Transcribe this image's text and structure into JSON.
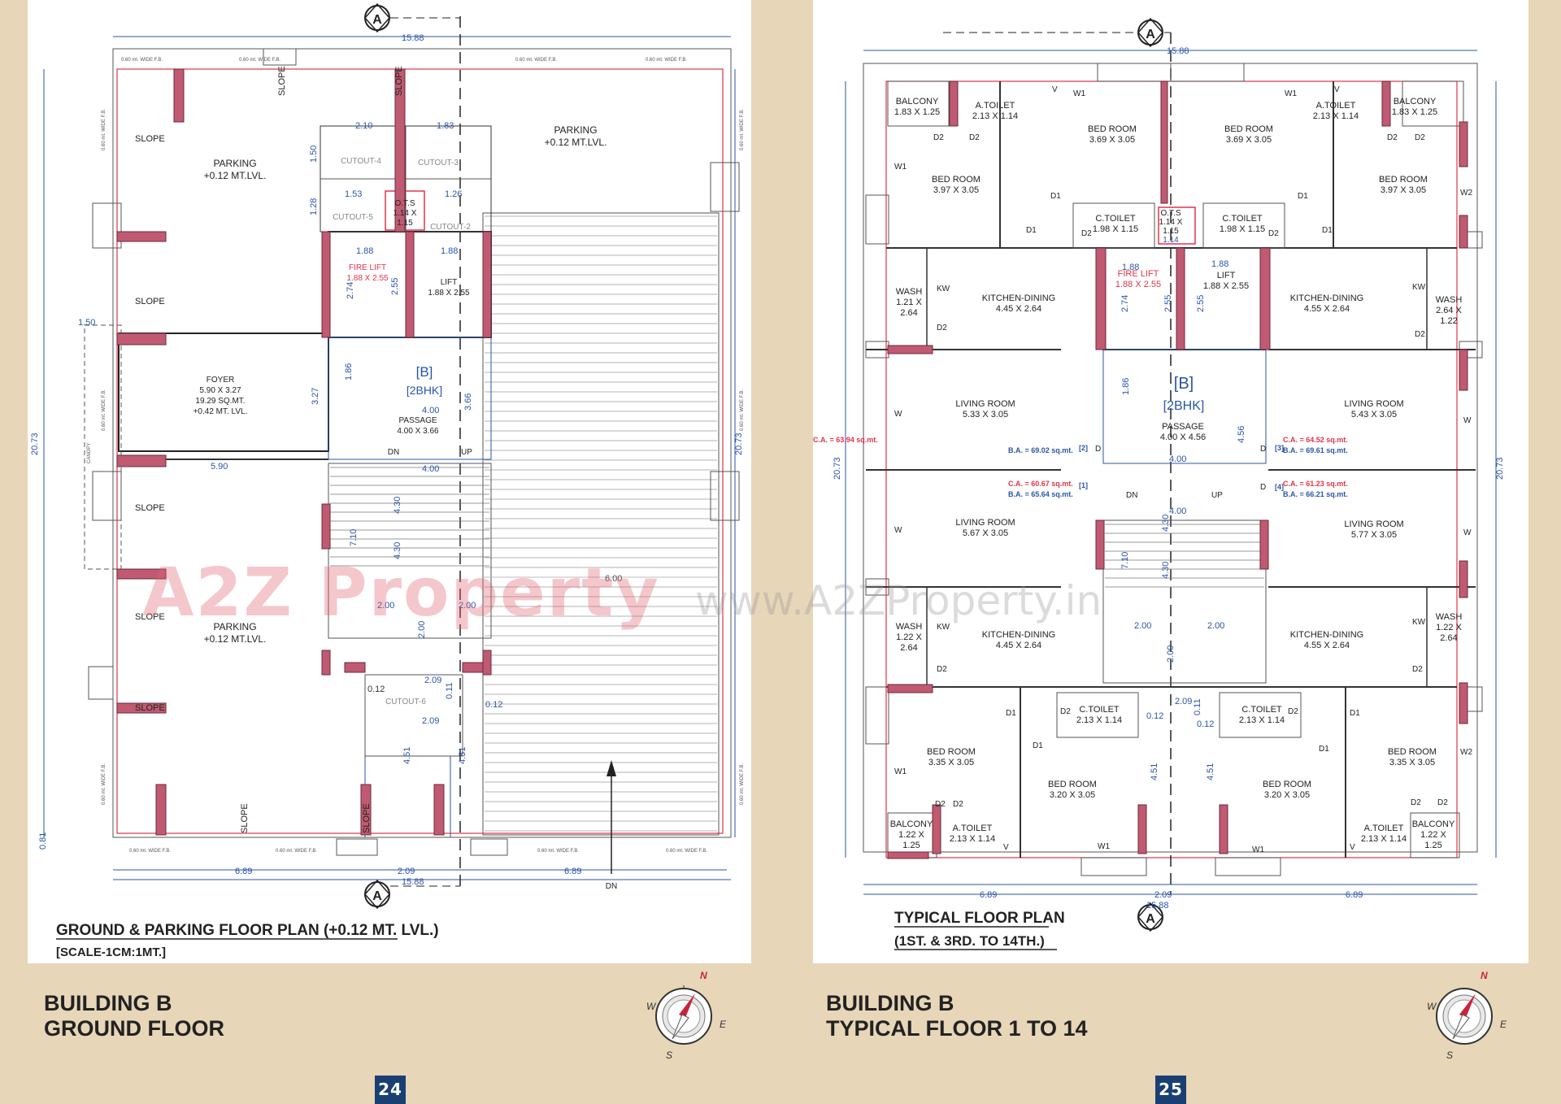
{
  "left_sheet": {
    "compass_letter": "A",
    "dims": {
      "top": "15.88",
      "bottom_total": "15.88",
      "left": "20.73",
      "right": "20.73",
      "bottom_left": "6.89",
      "bottom_right": "6.89",
      "bottom_mid": "2.09",
      "left_offset": "1.50",
      "left_corner": "0.81"
    },
    "fb": "0.60 mt. WIDE F.B.",
    "slope": "SLOPE",
    "parking_tl": [
      "PARKING",
      "+0.12 MT.LVL."
    ],
    "parking_tr": [
      "PARKING",
      "+0.12 MT.LVL."
    ],
    "parking_bl": [
      "PARKING",
      "+0.12 MT.LVL."
    ],
    "foyer": [
      "FOYER",
      "5.90 X 3.27",
      "19.29 SQ.MT.",
      "+0.42 MT. LVL."
    ],
    "canopy": "CANOPY",
    "cutouts": [
      "CUTOUT-4",
      "CUTOUT-3",
      "CUTOUT-5",
      "CUTOUT-2",
      "CUTOUT-6"
    ],
    "ots": [
      "O.T.S",
      "1.14 X",
      "1.15"
    ],
    "fire_lift": [
      "FIRE LIFT",
      "1.88 X 2.55"
    ],
    "lift": [
      "LIFT",
      "1.88 X 2.55"
    ],
    "block": [
      "[B]",
      "[2BHK]"
    ],
    "passage": [
      "PASSAGE",
      "4.00 X 3.66"
    ],
    "dn": "DN",
    "up": "UP",
    "d_210": "2.10",
    "d_183": "1.83",
    "d_150": "1.50",
    "d_153": "1.53",
    "d_126": "1.26",
    "d_128": "1.28",
    "d_188": "1.88",
    "d_274": "2.74",
    "d_255": "2.55",
    "d_400": "4.00",
    "d_186": "1.86",
    "d_327": "3.27",
    "d_366": "3.66",
    "d_590": "5.90",
    "d_430": "4.30",
    "d_710": "7.10",
    "d_200": "2.00",
    "d_600": "6.00",
    "d_209": "2.09",
    "d_012": "0.12",
    "d_451": "4.51",
    "d_011": "0.11",
    "title": "GROUND & PARKING FLOOR PLAN (+0.12 MT. LVL.)",
    "scale": "[SCALE-1CM:1MT.]"
  },
  "right_sheet": {
    "compass_letter": "A",
    "dims": {
      "top": "15.88",
      "bottom_total": "15.88",
      "left": "20.73",
      "right": "20.73",
      "bottom_left": "6.89",
      "bottom_right": "6.89",
      "bottom_mid": "2.09"
    },
    "balcony_tl": [
      "BALCONY",
      "1.83 X 1.25"
    ],
    "balcony_tr": [
      "BALCONY",
      "1.83 X 1.25"
    ],
    "atoilet_tl": [
      "A.TOILET",
      "2.13 X 1.14"
    ],
    "atoilet_tr": [
      "A.TOILET",
      "2.13 X 1.14"
    ],
    "bed_t1": [
      "BED ROOM",
      "3.69 X 3.05"
    ],
    "bed_t2": [
      "BED ROOM",
      "3.69 X 3.05"
    ],
    "bed_tl": [
      "BED ROOM",
      "3.97 X 3.05"
    ],
    "bed_tr": [
      "BED ROOM",
      "3.97 X 3.05"
    ],
    "ctoilet_tl": [
      "C.TOILET",
      "1.98 X 1.15"
    ],
    "ctoilet_tr": [
      "C.TOILET",
      "1.98 X 1.15"
    ],
    "ots": [
      "O.T.S",
      "1.14 X",
      "1.15",
      "1.14"
    ],
    "wash_tl": [
      "WASH",
      "1.21 X",
      "2.64"
    ],
    "wash_tr": [
      "WASH",
      "2.64 X",
      "1.22"
    ],
    "kitchen_tl": [
      "KITCHEN-DINING",
      "4.45 X 2.64"
    ],
    "kitchen_tr": [
      "KITCHEN-DINING",
      "4.55 X 2.64"
    ],
    "fire_lift": [
      "FIRE LIFT",
      "1.88 X 2.55"
    ],
    "lift": [
      "LIFT",
      "1.88 X 2.55"
    ],
    "living_tl": [
      "LIVING ROOM",
      "5.33 X 3.05"
    ],
    "living_tr": [
      "LIVING ROOM",
      "5.43 X 3.05"
    ],
    "living_bl": [
      "LIVING ROOM",
      "5.67 X 3.05"
    ],
    "living_br": [
      "LIVING ROOM",
      "5.77 X 3.05"
    ],
    "block": [
      "[B]",
      "[2BHK]"
    ],
    "passage": [
      "PASSAGE",
      "4.00 X 4.56"
    ],
    "area2": [
      "C.A. = 63.94 sq.mt.",
      "B.A. = 69.02 sq.mt.",
      "[2]"
    ],
    "area3": [
      "C.A. = 64.52 sq.mt.",
      "B.A. = 69.61 sq.mt.",
      "[3]"
    ],
    "area1": [
      "C.A. = 60.67 sq.mt.",
      "B.A. = 65.64 sq.mt.",
      "[1]"
    ],
    "area4": [
      "C.A. = 61.23 sq.mt.",
      "B.A. = 66.21 sq.mt.",
      "[4]"
    ],
    "wash_bl": [
      "WASH",
      "1.22 X",
      "2.64"
    ],
    "wash_br": [
      "WASH",
      "1.22 X",
      "2.64"
    ],
    "kitchen_bl": [
      "KITCHEN-DINING",
      "4.45 X 2.64"
    ],
    "kitchen_br": [
      "KITCHEN-DINING",
      "4.55 X 2.64"
    ],
    "ctoilet_bl": [
      "C.TOILET",
      "2.13 X 1.14"
    ],
    "ctoilet_br": [
      "C.TOILET",
      "2.13 X 1.14"
    ],
    "bed_bl": [
      "BED ROOM",
      "3.35 X 3.05"
    ],
    "bed_br": [
      "BED ROOM",
      "3.35 X 3.05"
    ],
    "bed_b1": [
      "BED ROOM",
      "3.20 X 3.05"
    ],
    "bed_b2": [
      "BED ROOM",
      "3.20 X 3.05"
    ],
    "balcony_bl": [
      "BALCONY",
      "1.22 X",
      "1.25"
    ],
    "balcony_br": [
      "BALCONY",
      "1.22 X",
      "1.25"
    ],
    "atoilet_bl": [
      "A.TOILET",
      "2.13 X 1.14"
    ],
    "atoilet_br": [
      "A.TOILET",
      "2.13 X 1.14"
    ],
    "labels": {
      "w1": "W1",
      "w2": "W2",
      "w": "W",
      "v": "V",
      "d": "D",
      "d1": "D1",
      "d2": "D2",
      "kw": "KW",
      "dn": "DN",
      "up": "UP"
    },
    "d_186": "1.86",
    "d_274": "2.74",
    "d_255": "2.55",
    "d_188": "1.88",
    "d_400": "4.00",
    "d_456": "4.56",
    "d_430": "4.30",
    "d_710": "7.10",
    "d_200": "2.00",
    "d_209": "2.09",
    "d_012": "0.12",
    "d_011": "0.11",
    "d_451": "4.51",
    "d_115": "1.15",
    "title1": "TYPICAL FLOOR PLAN",
    "title2": "(1ST. & 3RD. TO 14TH.)"
  },
  "watermark": {
    "logo": "A2Z Property",
    "url": "www.A2ZProperty.in"
  },
  "captions": {
    "left": [
      "BUILDING B",
      "GROUND FLOOR"
    ],
    "right": [
      "BUILDING B",
      "TYPICAL FLOOR 1 TO 14"
    ]
  },
  "page_numbers": [
    "24",
    "25"
  ],
  "compass": {
    "n": "N",
    "s": "S",
    "e": "E",
    "w": "W"
  }
}
